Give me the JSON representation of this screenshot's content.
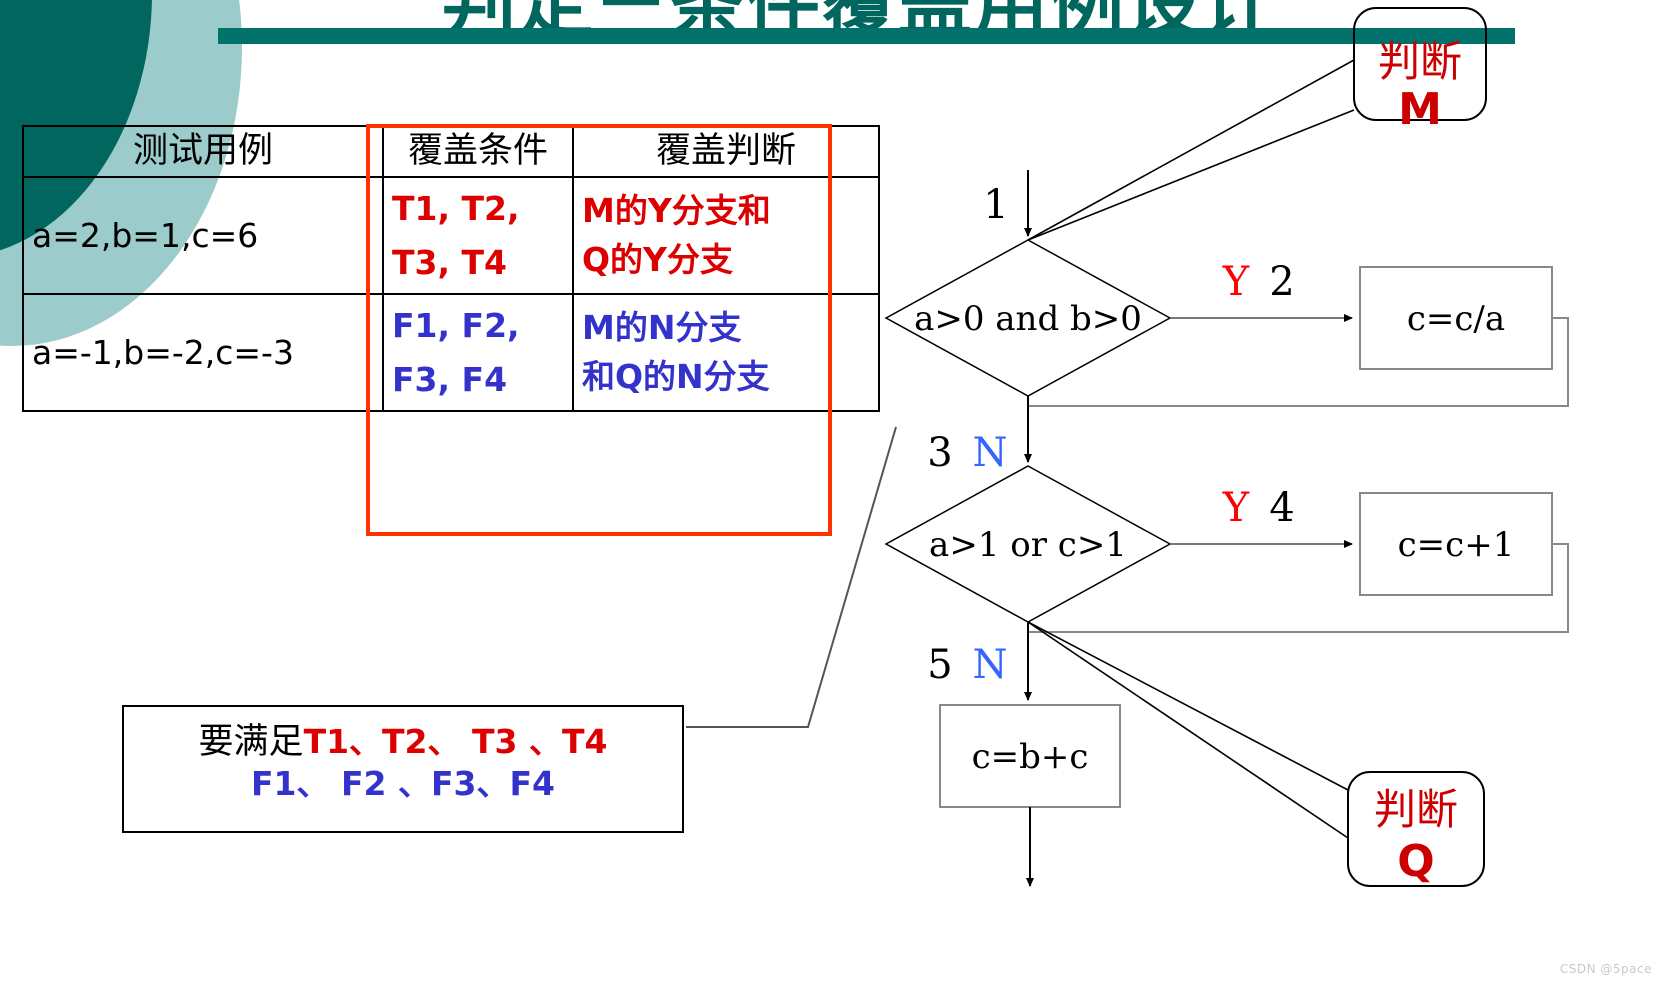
{
  "slide": {
    "title": "判定－条件覆盖用例设计",
    "watermark": "CSDN @5pace"
  },
  "table": {
    "headers": [
      "测试用例",
      "覆盖条件",
      "覆盖判断"
    ],
    "rows": [
      {
        "case": "a=2,b=1,c=6",
        "conditions": [
          "T1, T2,",
          "T3, T4"
        ],
        "decisions": [
          "M的Y分支和",
          "Q的Y分支"
        ],
        "color": "#DD0000"
      },
      {
        "case": "a=-1,b=-2,c=-3",
        "conditions": [
          "F1, F2,",
          "F3, F4"
        ],
        "decisions": [
          "M的N分支",
          "和Q的N分支"
        ],
        "color": "#3333CC"
      }
    ]
  },
  "note": {
    "prefix": "要满足",
    "line1_red": "T1、T2、 T3 、T4",
    "line2_blue": "F1、 F2 、F3、F4"
  },
  "flowchart": {
    "entry_label": "1",
    "decision_m": {
      "text": "a>0 and b>0",
      "yes_label": "Y",
      "yes_number": "2",
      "no_label": "N",
      "no_number": "3"
    },
    "decision_q": {
      "text": "a>1 or c>1",
      "yes_label": "Y",
      "yes_number": "4",
      "no_label": "N",
      "no_number": "5"
    },
    "process_1": "c=c/a",
    "process_2": "c=c+1",
    "process_3": "c=b+c",
    "callout_m": {
      "line1": "判断",
      "line2": "M"
    },
    "callout_q": {
      "line1": "判断",
      "line2": "Q"
    }
  },
  "colors": {
    "teal_dark": "#00665E",
    "teal_light": "#9CCBCC",
    "title_bar": "#00716B",
    "red": "#DD0000",
    "blue": "#3333CC",
    "callout_red": "#CC0000",
    "table_red_border": "#FF3300"
  }
}
